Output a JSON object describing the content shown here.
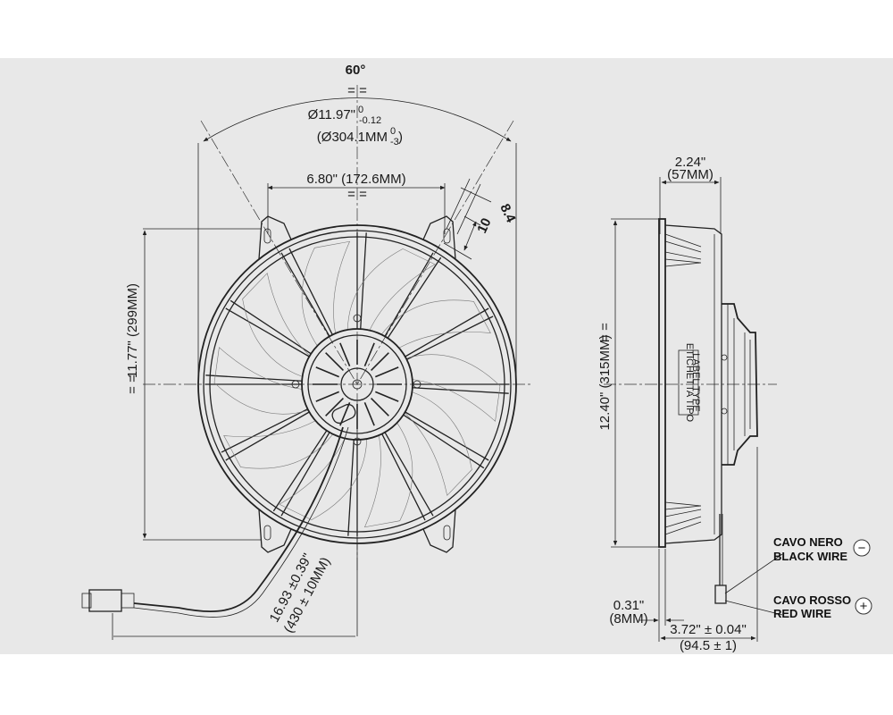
{
  "front_view": {
    "angle": "60°",
    "diameter_in": "Ø11.97\"",
    "diameter_in_tol_upper": "0",
    "diameter_in_tol_lower": "-0.12",
    "diameter_mm": "(Ø304.1MM",
    "diameter_mm_tol_upper": "0",
    "diameter_mm_tol_lower": "-3",
    "diameter_mm_close": ")",
    "mount_spacing": "6.80\" (172.6MM)",
    "slot_width": "8.4",
    "slot_length": "10",
    "height": "11.77\" (299MM)",
    "cable_length_in": "16.93 ±0.39\"",
    "cable_length_mm": "(430 ± 10MM)"
  },
  "side_view": {
    "depth_in": "2.24\"",
    "depth_mm": "(57MM)",
    "overall_height": "12.40\" (315MM)",
    "flange_in": "0.31\"",
    "flange_mm": "(8MM)",
    "total_depth_in": "3.72\" ± 0.04\"",
    "total_depth_mm": "(94.5 ± 1)",
    "label_line1": "ETICHETTA TIPO",
    "label_line2": "LABEL TYPE"
  },
  "wires": {
    "black_it": "CAVO NERO",
    "black_en": "BLACK WIRE",
    "black_symbol": "−",
    "red_it": "CAVO ROSSO",
    "red_en": "RED WIRE",
    "red_symbol": "+"
  },
  "colors": {
    "background_band": "#e8e8e8",
    "line": "#222222"
  }
}
